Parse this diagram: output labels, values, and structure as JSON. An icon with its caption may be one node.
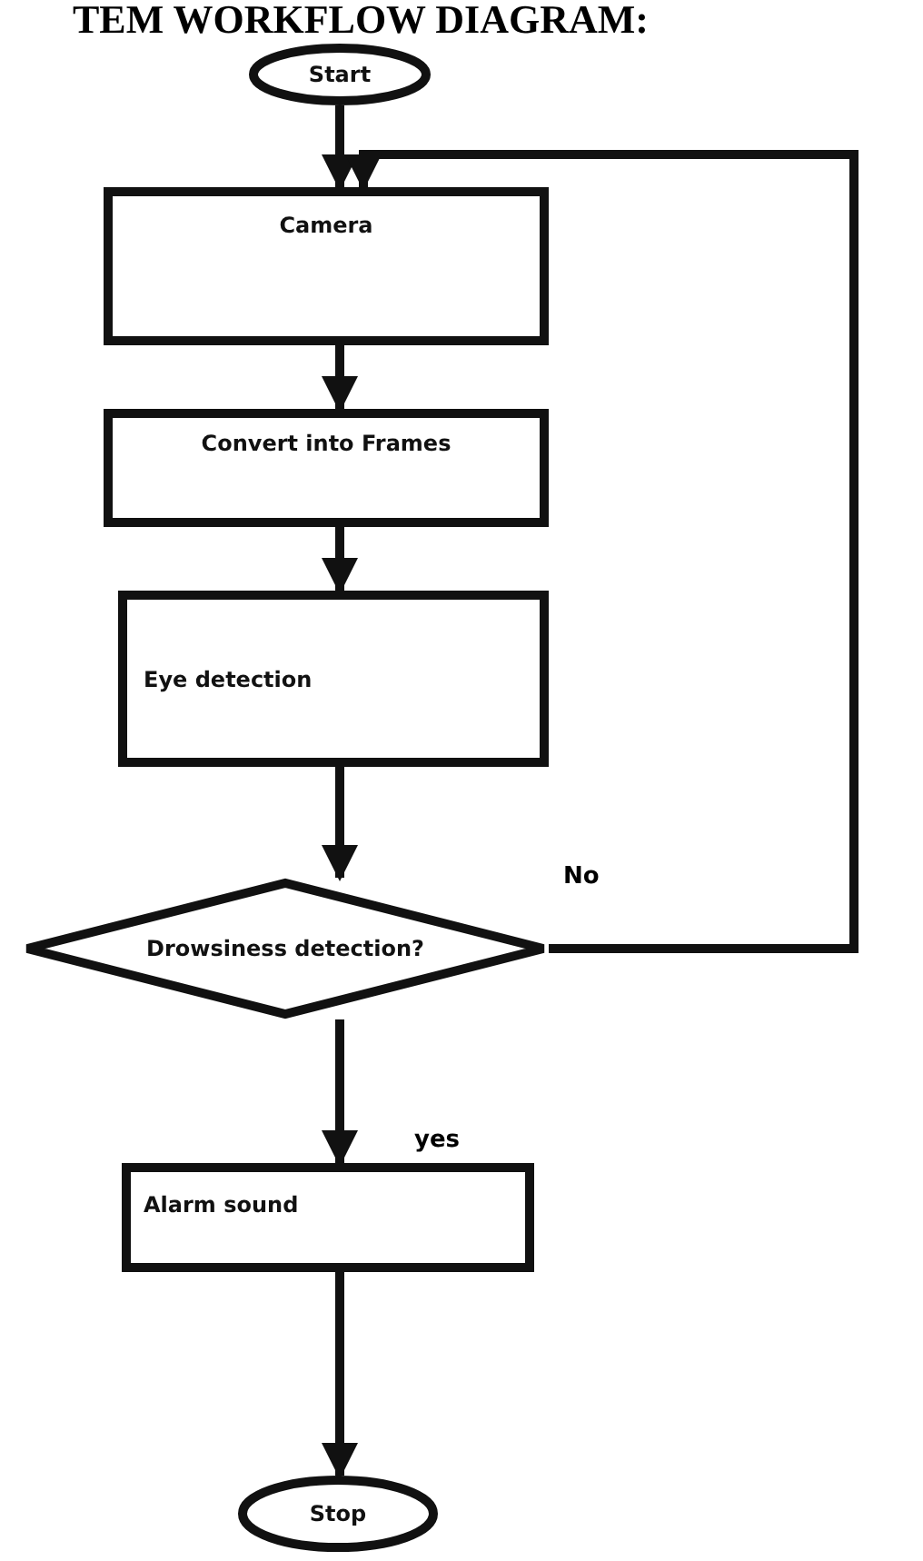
{
  "diagram": {
    "title": "TEM WORKFLOW DIAGRAM:",
    "nodes": [
      {
        "text": [
          "Start"
        ]
      },
      {
        "text": [
          "Camera"
        ]
      },
      {
        "text": [
          "Convert into Frames"
        ]
      },
      {
        "text": [
          "Eye detection"
        ]
      },
      {
        "text": [
          "Drowsiness detection?"
        ]
      },
      {
        "text": [
          "Alarm sound"
        ]
      },
      {
        "text": [
          "Stop"
        ]
      }
    ],
    "edges": [
      {
        "from": 0,
        "to": 1,
        "arrow": "to"
      },
      {
        "from": 1,
        "to": 2,
        "arrow": "to"
      },
      {
        "from": 2,
        "to": 3,
        "arrow": "to"
      },
      {
        "from": 3,
        "to": 4,
        "arrow": "to"
      },
      {
        "from": 4,
        "to": 1,
        "arrow": "to",
        "label": "No"
      },
      {
        "from": 4,
        "to": 5,
        "arrow": "to",
        "label": "yes"
      },
      {
        "from": 5,
        "to": 6,
        "arrow": "to"
      }
    ]
  }
}
